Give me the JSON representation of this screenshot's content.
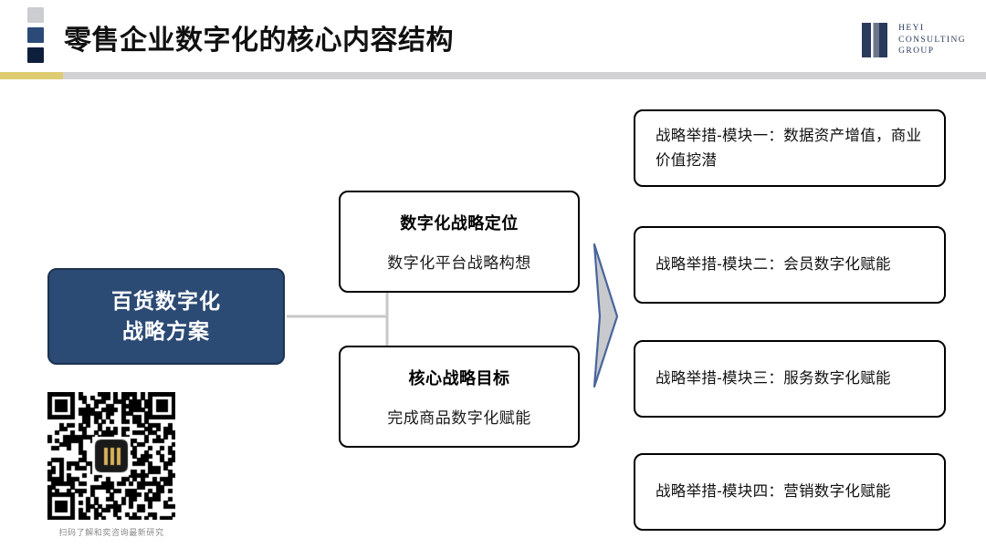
{
  "header": {
    "title": "零售企业数字化的核心内容结构",
    "accent_gold": "#ddcc72",
    "rule_gray": "#d2d2d4",
    "marks": [
      {
        "name": "mark-light-gray",
        "color": "#cccdd0"
      },
      {
        "name": "mark-blue",
        "color": "#2b4a77"
      },
      {
        "name": "mark-navy",
        "color": "#0e1f3c"
      }
    ],
    "logo": {
      "line1": "HEYI",
      "line2": "CONSULTING",
      "line3": "GROUP",
      "color": "#2a3a5c"
    }
  },
  "diagram": {
    "root": {
      "line1": "百货数字化",
      "line2": "战略方案",
      "fill": "#2b4a74",
      "text_color": "#ffffff"
    },
    "middle": [
      {
        "title": "数字化战略定位",
        "subtitle": "数字化平台战略构想"
      },
      {
        "title": "核心战略目标",
        "subtitle": "完成商品数字化赋能"
      }
    ],
    "right": [
      {
        "text": "战略举措-模块一：数据资产增值，商业价值挖潜"
      },
      {
        "text": "战略举措-模块二：会员数字化赋能"
      },
      {
        "text": "战略举措-模块三：服务数字化赋能"
      },
      {
        "text": "战略举措-模块四：营销数字化赋能"
      }
    ],
    "chevron": {
      "fill": "#c9cacd",
      "stroke": "#48659c"
    },
    "connector_color": "#c8c8c8"
  },
  "qr": {
    "caption": "扫码了解和奕咨询最新研究"
  }
}
